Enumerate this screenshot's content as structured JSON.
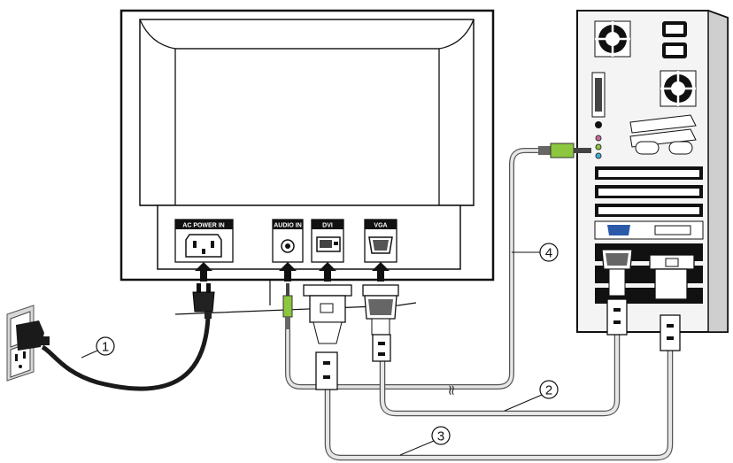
{
  "ports": {
    "ac_power_in": "AC POWER IN",
    "audio_in": "AUDIO IN",
    "dvi": "DVI",
    "vga": "VGA"
  },
  "callouts": [
    "1",
    "2",
    "3",
    "4"
  ],
  "break_mark": "≈",
  "colors": {
    "outline": "#111111",
    "cable": "#cccccc",
    "power_cord": "#1a1a1a",
    "audio_plug": "#8dc63f",
    "label_bg": "#111111",
    "pc_body": "#f4f4f4"
  },
  "icons": [
    "power-outlet-icon",
    "power-plug-icon",
    "audio-jack-icon",
    "dvi-connector-icon",
    "vga-connector-icon",
    "fan-icon",
    "arrow-up-icon"
  ]
}
